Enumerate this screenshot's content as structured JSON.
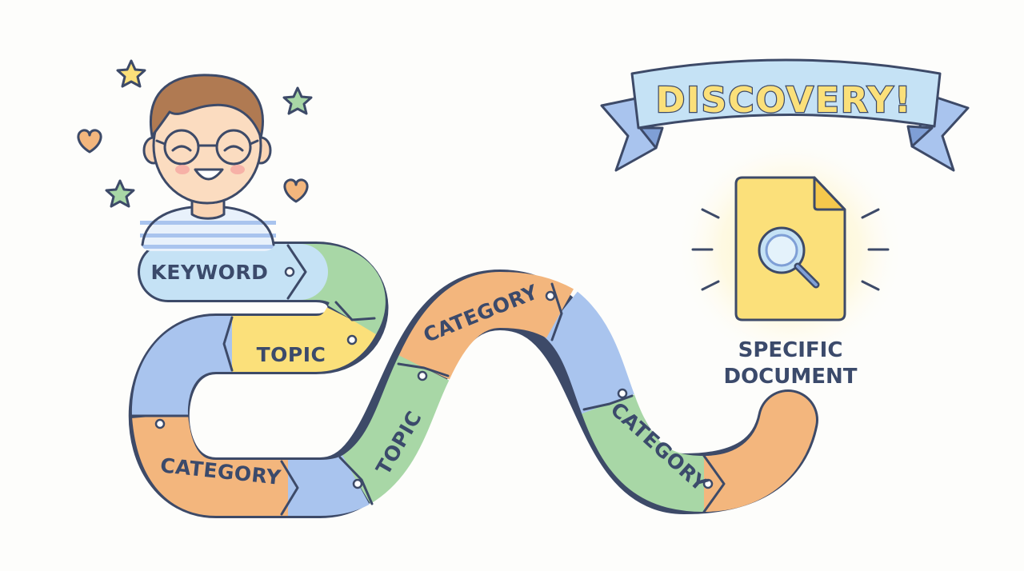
{
  "banner": {
    "text": "DISCOVERY!"
  },
  "path_segments": [
    {
      "label": "KEYWORD"
    },
    {
      "label": "TOPIC"
    },
    {
      "label": "CATEGORY"
    },
    {
      "label": "TOPIC"
    },
    {
      "label": "CATEGORY"
    },
    {
      "label": "CATEGORY"
    }
  ],
  "document": {
    "line1": "SPECIFIC",
    "line2": "DOCUMENT",
    "icon": "magnifier-icon"
  },
  "character": {
    "icon": "smiling-person-with-glasses"
  },
  "decorations": [
    "star-icon",
    "heart-icon"
  ],
  "colors": {
    "blue": "#a9c4ee",
    "light_blue": "#c5e2f5",
    "green": "#a8d7a6",
    "orange": "#f3b67d",
    "yellow": "#fbe07a",
    "outline": "#3d4a68",
    "text": "#3b4a6b"
  }
}
